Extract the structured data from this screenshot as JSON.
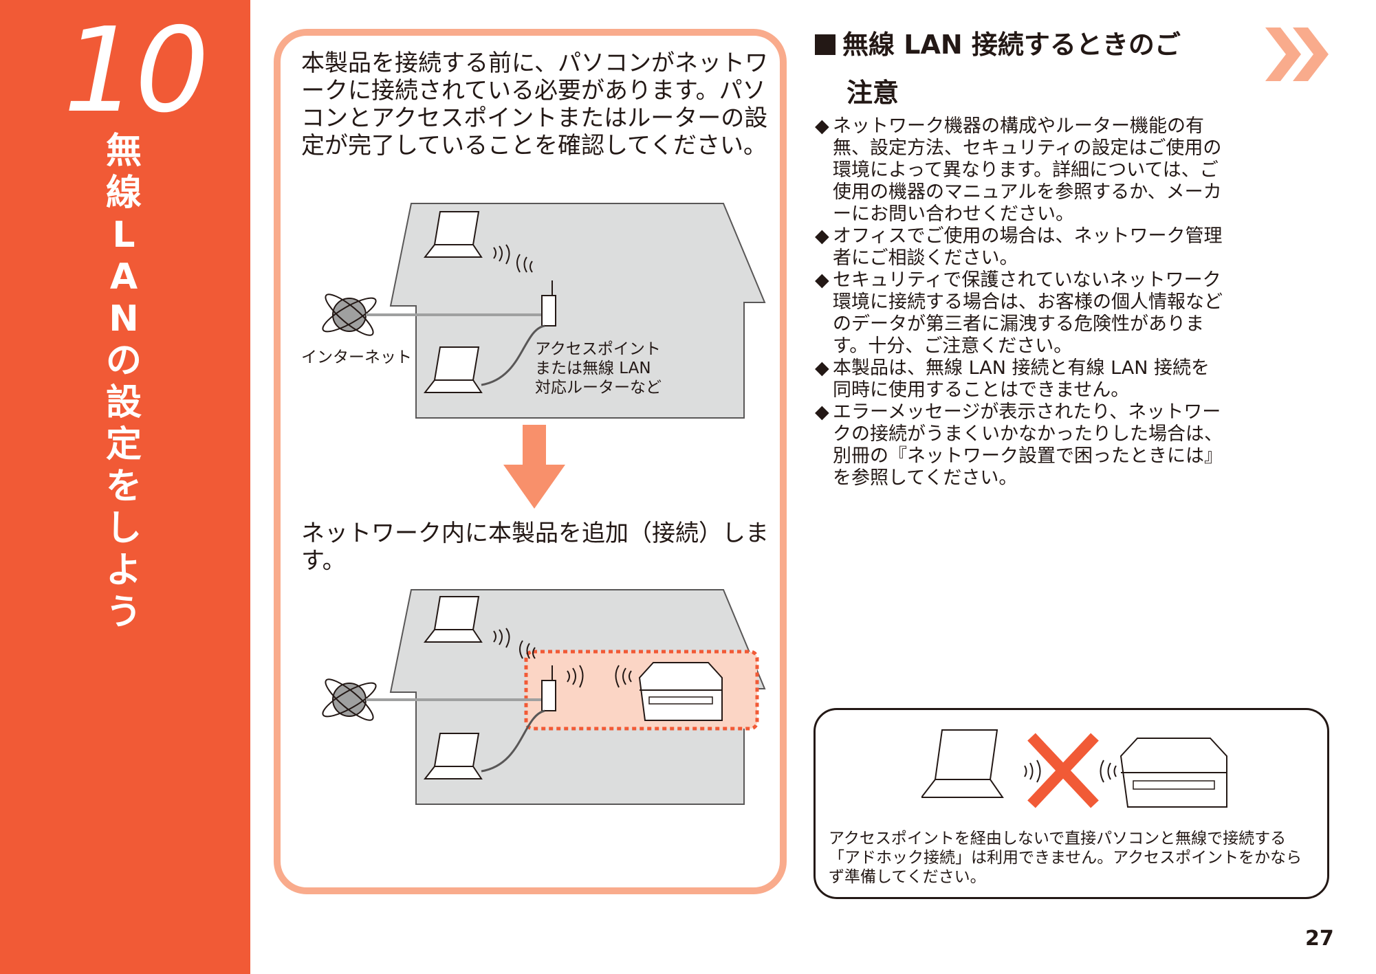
{
  "sidebar": {
    "chapter_number": "10",
    "chapter_title_chars": [
      "無",
      "線",
      "L",
      "A",
      "N",
      "の",
      "設",
      "定",
      "を",
      "し",
      "よ",
      "う"
    ]
  },
  "left_panel": {
    "lead_text": "本製品を接続する前に、パソコンがネットワークに接続されている必要があります。パソコンとアクセスポイントまたはルーターの設定が完了していることを確認してください。",
    "diagram1": {
      "internet_label": "インターネット",
      "ap_label_line1": "アクセスポイント",
      "ap_label_line2": "または無線 LAN",
      "ap_label_line3": "対応ルーターなど"
    },
    "lead2_text": "ネットワーク内に本製品を追加（接続）します。"
  },
  "notes": {
    "heading_line1": "無線 LAN 接続するときのご",
    "heading_line2": "注意",
    "bullet_mark": "◆",
    "items": [
      "ネットワーク機器の構成やルーター機能の有無、設定方法、セキュリティの設定はご使用の環境によって異なります。詳細については、ご使用の機器のマニュアルを参照するか、メーカーにお問い合わせください。",
      "オフィスでご使用の場合は、ネットワーク管理者にご相談ください。",
      "セキュリティで保護されていないネットワーク環境に接続する場合は、お客様の個人情報などのデータが第三者に漏洩する危険性があります。十分、ご注意ください。",
      "本製品は、無線 LAN 接続と有線 LAN 接続を同時に使用することはできません。",
      "エラーメッセージが表示されたり、ネットワークの接続がうまくいかなかったりした場合は、別冊の『ネットワーク設置で困ったときには』を参照してください。"
    ]
  },
  "caution": {
    "text": "アクセスポイントを経由しないで直接パソコンと無線で接続する「アドホック接続」は利用できません。アクセスポイントをかならず準備してください。"
  },
  "page_number": "27",
  "colors": {
    "sidebar": "#f15a36",
    "panel_border": "#f9ab8c",
    "arrow": "#f8906b",
    "cross": "#f15a36",
    "house": "#dcdddd"
  }
}
